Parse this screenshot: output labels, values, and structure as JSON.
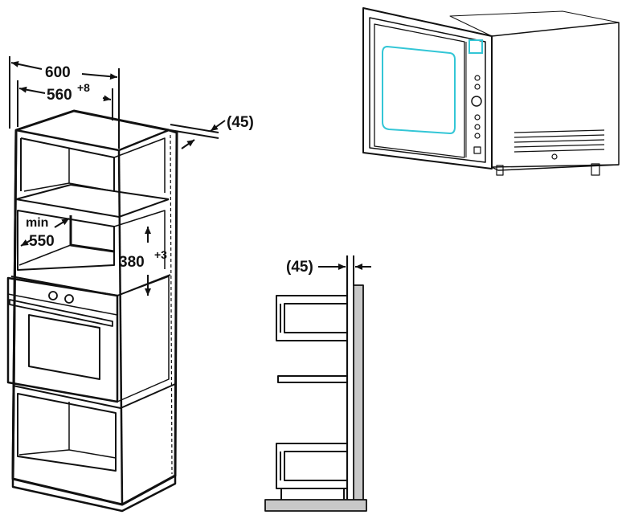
{
  "dimensions": {
    "total_width": "600",
    "niche_width": "560",
    "niche_width_tolerance": "+8",
    "rear_gap": "(45)",
    "min_label": "min",
    "min_depth": "550",
    "niche_height": "380",
    "niche_height_tolerance": "+3",
    "side_gap": "(45)"
  },
  "colors": {
    "line": "#111111",
    "wall": "#c8c8c8",
    "window": "#33c6d6"
  }
}
